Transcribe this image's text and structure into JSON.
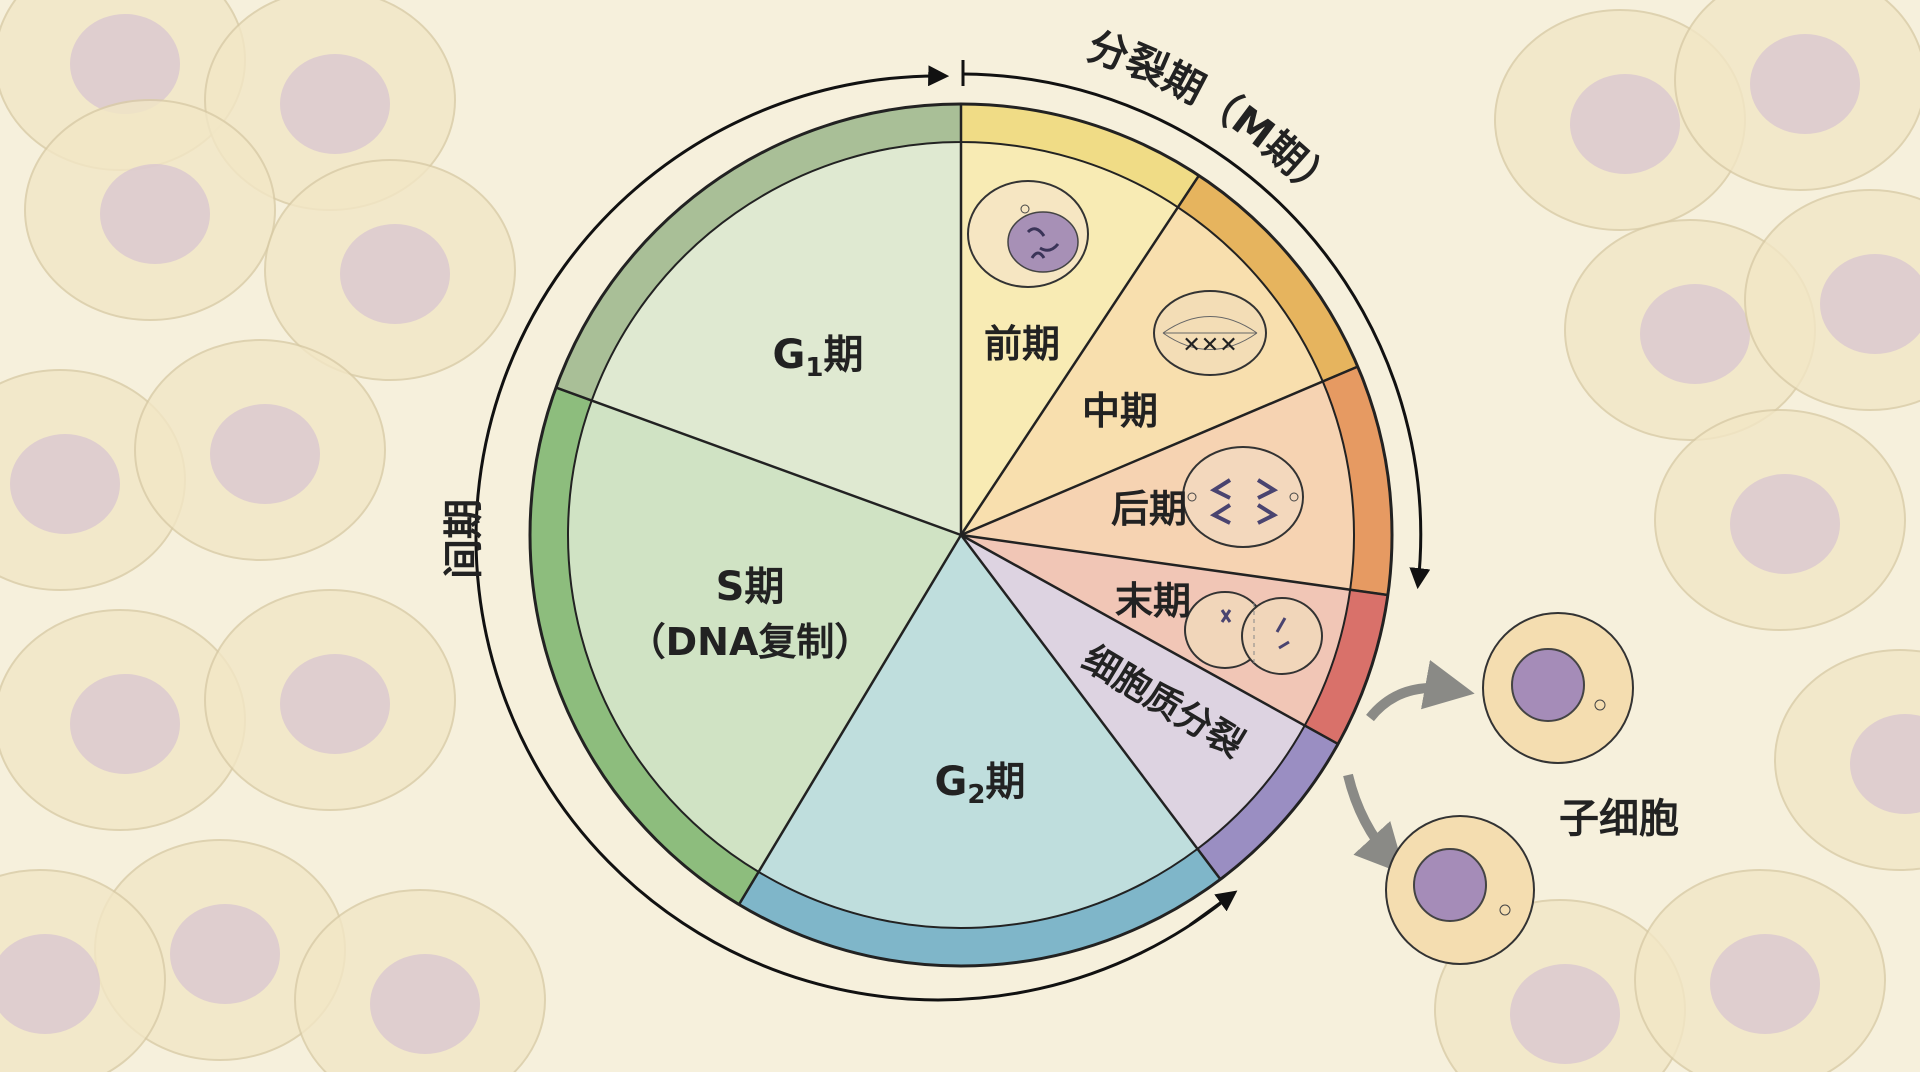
{
  "title_interphase": "间期",
  "title_mitosis": "分裂期（M期）",
  "phases": {
    "g1": {
      "label_main": "G",
      "label_sub": "1",
      "label_suffix": "期"
    },
    "s": {
      "label": "S期",
      "sublabel": "（DNA复制）"
    },
    "g2": {
      "label_main": "G",
      "label_sub": "2",
      "label_suffix": "期"
    },
    "prophase": "前期",
    "metaphase": "中期",
    "anaphase": "后期",
    "telophase": "末期",
    "cytokinesis": "细胞质分裂"
  },
  "daughter_cells_label": "子细胞",
  "colors": {
    "prophase": "#f8ebb4",
    "metaphase": "#f8dfae",
    "anaphase": "#f6d3b2",
    "telophase": "#f1c6b6",
    "cytokinesis": "#ddd3e1",
    "g2": "#bfdedd",
    "s": "#d0e3c4",
    "g1": "#dfe9d1",
    "band_prophase": "#f0dc86",
    "band_metaphase": "#e6b45e",
    "band_anaphase": "#e69a62",
    "band_telophase": "#d9716a",
    "band_cytokinesis": "#9a8ec2",
    "band_g2": "#7fb6c9",
    "band_s": "#8dbd7d",
    "band_g1": "#a9bf97"
  }
}
